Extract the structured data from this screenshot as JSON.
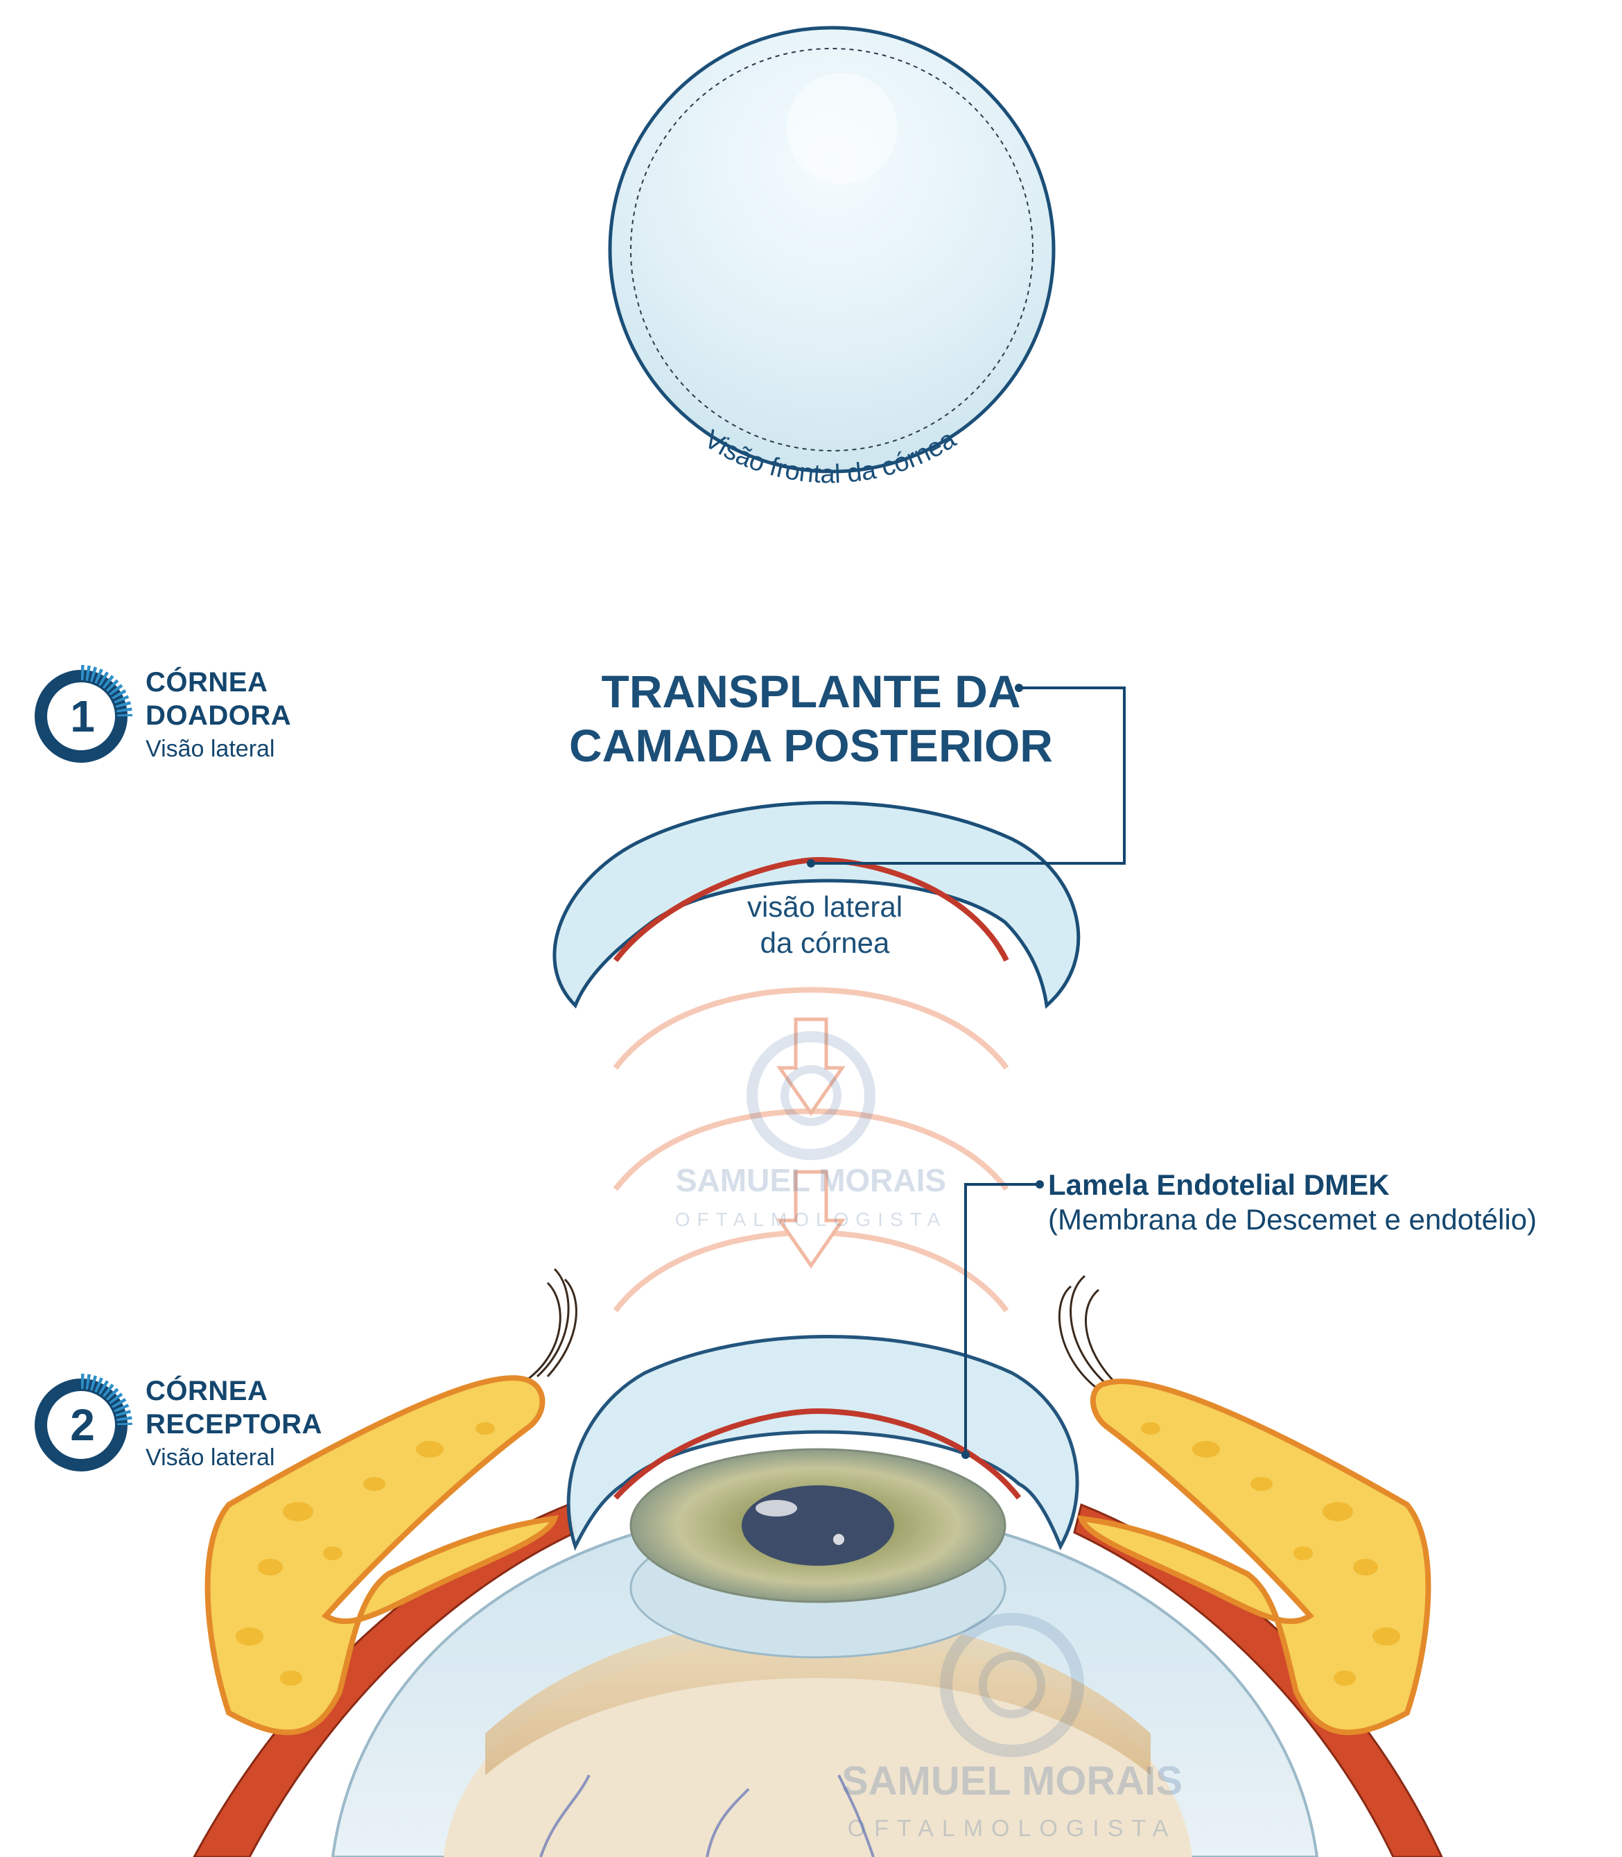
{
  "front_view": {
    "label": "Visão frontal da córnea"
  },
  "steps": [
    {
      "number": "1",
      "line1": "CÓRNEA",
      "line2": "DOADORA",
      "line3": "Visão lateral"
    },
    {
      "number": "2",
      "line1": "CÓRNEA",
      "line2": "RECEPTORA",
      "line3": "Visão lateral"
    }
  ],
  "heading": {
    "line1": "TRANSPLANTE DA",
    "line2": "CAMADA POSTERIOR"
  },
  "side_view": {
    "line1": "visão lateral",
    "line2": "da córnea"
  },
  "dmek": {
    "title": "Lamela Endotelial DMEK",
    "subtitle": "(Membrana de Descemet e endotélio)"
  },
  "watermark": {
    "name": "SAMUEL MORAIS",
    "subtitle": "OFTALMOLOGISTA"
  },
  "colors": {
    "navy": "#14466e",
    "cornea_fill": "#d6ecf4",
    "endothelium_red": "#c0392b",
    "arc_peach": "#f6c9b6",
    "fat_yellow": "#f7d15a",
    "muscle_red": "#d14a2a"
  }
}
